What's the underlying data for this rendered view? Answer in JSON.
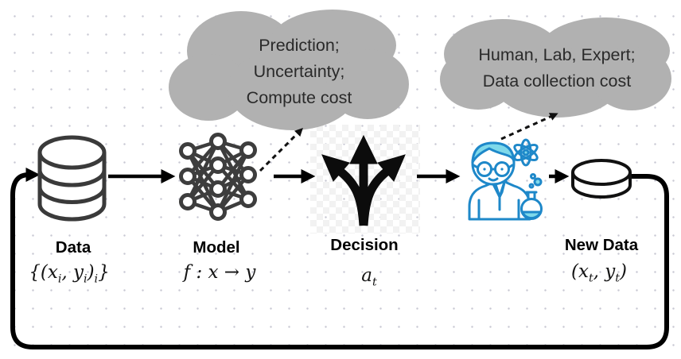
{
  "diagram": {
    "clouds": [
      {
        "name": "model-outputs-cloud",
        "lines": [
          "Prediction;",
          "Uncertainty;",
          "Compute cost"
        ]
      },
      {
        "name": "data-collection-cloud",
        "lines": [
          "Human, Lab, Expert;",
          "Data collection cost"
        ]
      }
    ],
    "nodes": [
      {
        "label": "Data",
        "math": "{(x_i, y_i)_i}",
        "icon": "database-icon"
      },
      {
        "label": "Model",
        "math": "f : x → y",
        "icon": "neural-network-icon"
      },
      {
        "label": "Decision",
        "math": "a_t",
        "icon": "branching-arrows-icon"
      },
      {
        "icon": "scientist-icon"
      },
      {
        "label": "New Data",
        "math": "(x_t, y_t)",
        "icon": "disk-icon"
      }
    ],
    "colors": {
      "cloud_fill": "#b1b1b1",
      "cloud_text": "#2a2a2a",
      "line_black": "#000000",
      "icon_dark_gray": "#3a3a3a",
      "scientist_blue": "#1e88c9",
      "scientist_teal": "#7fd9ea"
    }
  }
}
